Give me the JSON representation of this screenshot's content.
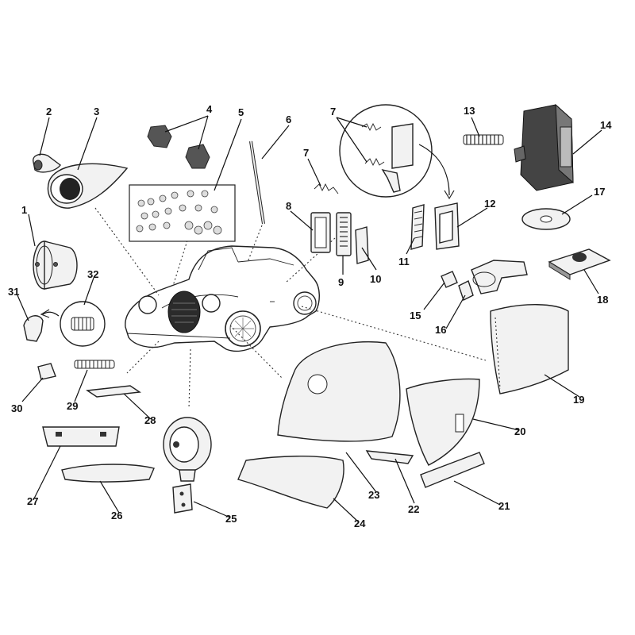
{
  "labels": [
    "1",
    "2",
    "3",
    "4",
    "5",
    "6",
    "7",
    "7",
    "8",
    "9",
    "10",
    "11",
    "12",
    "13",
    "14",
    "15",
    "16",
    "17",
    "18",
    "19",
    "20",
    "21",
    "22",
    "23",
    "24",
    "25",
    "26",
    "27",
    "28",
    "29",
    "30",
    "31",
    "32"
  ],
  "colors": {
    "line": "#222222",
    "part_fill": "#f2f2f2",
    "background": "#ffffff"
  }
}
